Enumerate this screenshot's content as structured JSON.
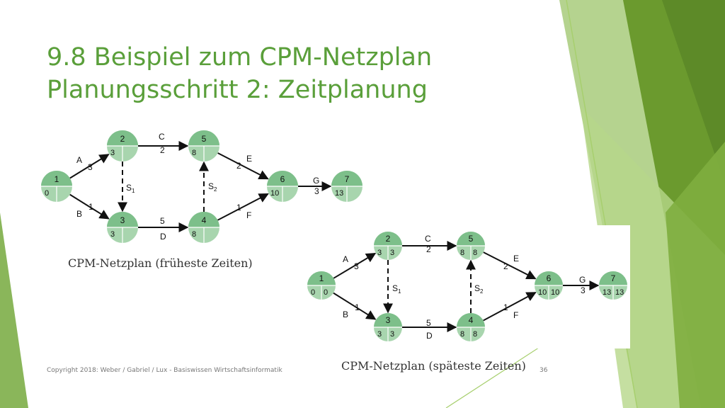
{
  "title_line1": "9.8 Beispiel zum CPM-Netzplan",
  "title_line2": "Planungsschritt 2: Zeitplanung",
  "caption_earliest": "CPM-Netzplan (früheste Zeiten)",
  "caption_latest": "CPM-Netzplan (späteste Zeiten)",
  "copyright": "Copyright 2018: Weber / Gabriel / Lux - Basiswissen Wirtschaftsinformatik",
  "page_number": "36",
  "colors": {
    "title": "#5a9f3a",
    "node_top": "#7dbf8a",
    "node_bottom": "#a8d5ae",
    "accent_dark": "#6b9a2e",
    "accent_light": "#a7cf6e"
  },
  "network_earliest": {
    "nodes": [
      {
        "id": "1",
        "e": "0"
      },
      {
        "id": "2",
        "e": "3"
      },
      {
        "id": "3",
        "e": "3"
      },
      {
        "id": "4",
        "e": "8"
      },
      {
        "id": "5",
        "e": "8"
      },
      {
        "id": "6",
        "e": "10"
      },
      {
        "id": "7",
        "e": "13"
      }
    ],
    "edges": [
      {
        "label": "A",
        "dur": "3"
      },
      {
        "label": "B",
        "dur": "1"
      },
      {
        "label": "C",
        "dur": "2"
      },
      {
        "label": "D",
        "dur": "5"
      },
      {
        "label": "E",
        "dur": "2"
      },
      {
        "label": "F",
        "dur": "1"
      },
      {
        "label": "G",
        "dur": "3"
      },
      {
        "label": "S",
        "sub": "1"
      },
      {
        "label": "S",
        "sub": "2"
      }
    ]
  },
  "network_latest": {
    "nodes": [
      {
        "id": "1",
        "e": "0",
        "l": "0"
      },
      {
        "id": "2",
        "e": "3",
        "l": "3"
      },
      {
        "id": "3",
        "e": "3",
        "l": "3"
      },
      {
        "id": "4",
        "e": "8",
        "l": "8"
      },
      {
        "id": "5",
        "e": "8",
        "l": "8"
      },
      {
        "id": "6",
        "e": "10",
        "l": "10"
      },
      {
        "id": "7",
        "e": "13",
        "l": "13"
      }
    ],
    "edges": [
      {
        "label": "A",
        "dur": "3"
      },
      {
        "label": "B",
        "dur": "1"
      },
      {
        "label": "C",
        "dur": "2"
      },
      {
        "label": "D",
        "dur": "5"
      },
      {
        "label": "E",
        "dur": "2"
      },
      {
        "label": "F",
        "dur": "1"
      },
      {
        "label": "G",
        "dur": "3"
      },
      {
        "label": "S",
        "sub": "1"
      },
      {
        "label": "S",
        "sub": "2"
      }
    ]
  }
}
